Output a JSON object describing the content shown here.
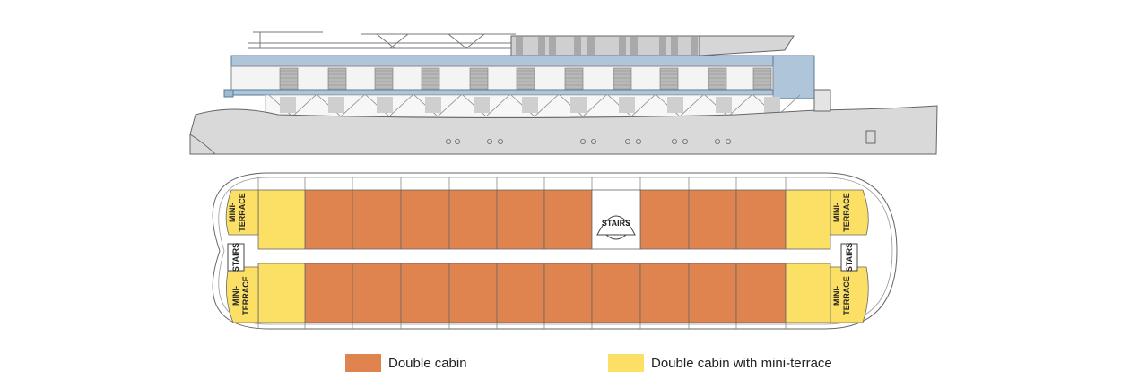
{
  "colors": {
    "double_cabin": "#E0844F",
    "mini_terrace_cabin": "#FCE066",
    "hull": "#D9D9D9",
    "glass": "#AFC6DA",
    "outline": "#555555"
  },
  "labels": {
    "stairs": "STAIRS",
    "mini_line1": "MINI-",
    "mini_line2": "TERRACE"
  },
  "legend": {
    "double_cabin": "Double cabin",
    "mini_terrace": "Double cabin with mini-terrace"
  }
}
